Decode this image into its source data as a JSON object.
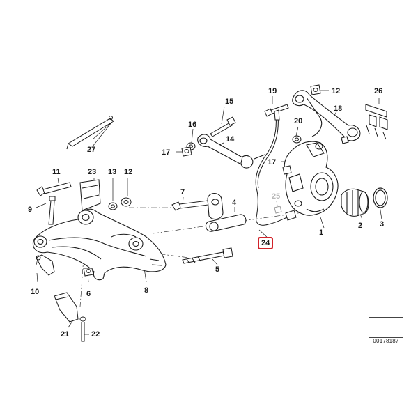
{
  "diagram": {
    "reference_code": "00178187",
    "highlighted_part": "24",
    "highlight_color": "#d2232a",
    "callouts": [
      {
        "id": "1",
        "label": "1"
      },
      {
        "id": "2",
        "label": "2"
      },
      {
        "id": "3",
        "label": "3"
      },
      {
        "id": "4",
        "label": "4"
      },
      {
        "id": "5",
        "label": "5"
      },
      {
        "id": "6",
        "label": "6"
      },
      {
        "id": "7",
        "label": "7"
      },
      {
        "id": "8",
        "label": "8"
      },
      {
        "id": "9",
        "label": "9"
      },
      {
        "id": "10",
        "label": "10"
      },
      {
        "id": "11",
        "label": "11"
      },
      {
        "id": "12a",
        "label": "12"
      },
      {
        "id": "12b",
        "label": "12"
      },
      {
        "id": "13",
        "label": "13"
      },
      {
        "id": "14",
        "label": "14"
      },
      {
        "id": "15",
        "label": "15"
      },
      {
        "id": "16",
        "label": "16"
      },
      {
        "id": "17a",
        "label": "17"
      },
      {
        "id": "17b",
        "label": "17"
      },
      {
        "id": "18",
        "label": "18"
      },
      {
        "id": "19",
        "label": "19"
      },
      {
        "id": "20",
        "label": "20"
      },
      {
        "id": "21",
        "label": "21"
      },
      {
        "id": "22",
        "label": "22"
      },
      {
        "id": "23",
        "label": "23"
      },
      {
        "id": "24",
        "label": "24"
      },
      {
        "id": "25",
        "label": "25"
      },
      {
        "id": "26",
        "label": "26"
      },
      {
        "id": "27",
        "label": "27"
      }
    ]
  }
}
